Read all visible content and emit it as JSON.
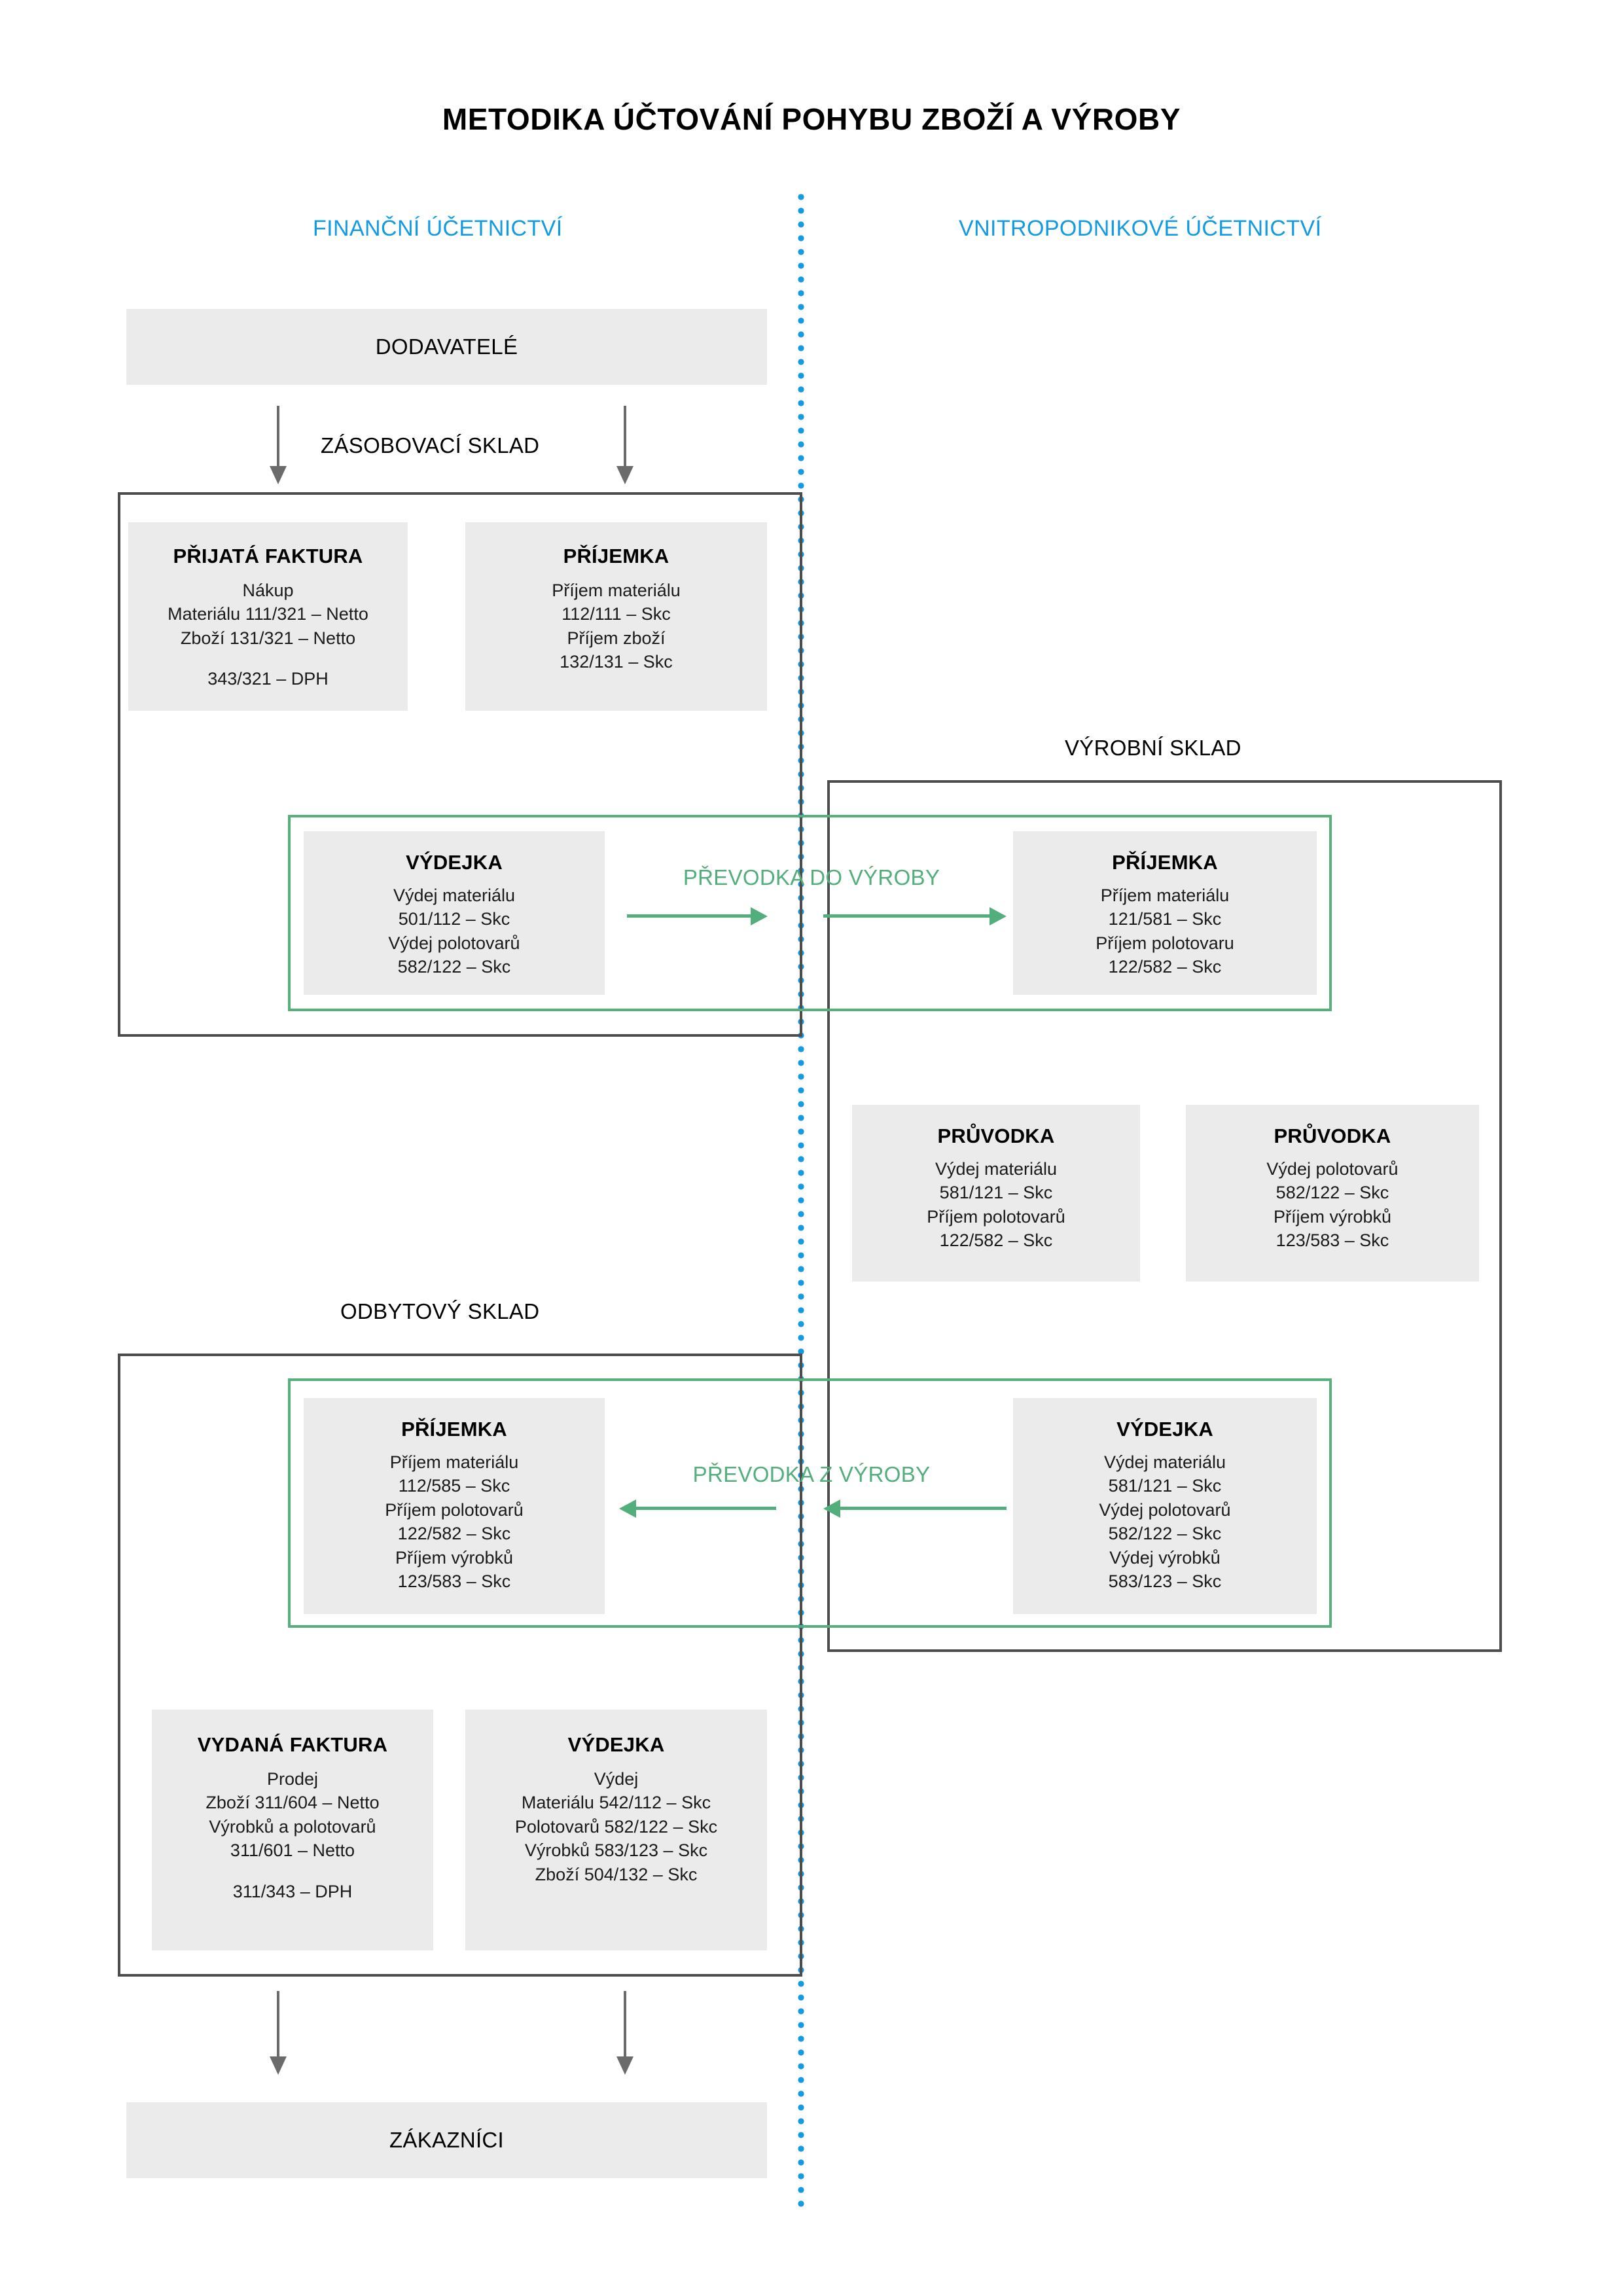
{
  "title": "METODIKA ÚČTOVÁNÍ POHYBU ZBOŽÍ A VÝROBY",
  "colors": {
    "accent_blue": "#129BE3",
    "accent_green": "#52AE7B",
    "card_gray": "#EBEBEB",
    "frame_gray": "#4D4D4D",
    "arrow_gray": "#6B6B6B"
  },
  "columns": {
    "left_title": "FINANČNÍ ÚČETNICTVÍ",
    "right_title": "VNITROPODNIKOVÉ ÚČETNICTVÍ"
  },
  "labels": {
    "zasobovaci_sklad": "ZÁSOBOVACÍ SKLAD",
    "vyrobni_sklad": "VÝROBNÍ SKLAD",
    "odbytovy_sklad": "ODBYTOVÝ SKLAD",
    "prevodka_do_vyroby": "PŘEVODKA  DO VÝROBY",
    "prevodka_z_vyroby": "PŘEVODKA  Z VÝROBY"
  },
  "banners": {
    "suppliers": "DODAVATELÉ",
    "customers": "ZÁKAZNÍCI"
  },
  "cards": {
    "prijata_faktura": {
      "title": "PŘIJATÁ FAKTURA",
      "lines": [
        "Nákup",
        "Materiálu 111/321 – Netto",
        "Zboží 131/321 – Netto"
      ],
      "lines2": [
        "343/321 – DPH"
      ]
    },
    "prijemka_zasob": {
      "title": "PŘÍJEMKA",
      "lines": [
        "Příjem materiálu",
        "112/111 – Skc",
        "Příjem zboží",
        "132/131 – Skc"
      ],
      "lines2": []
    },
    "vydejka_do_vyroby": {
      "title": "VÝDEJKA",
      "lines": [
        "Výdej materiálu",
        "501/112 – Skc",
        "Výdej polotovarů",
        "582/122 – Skc"
      ],
      "lines2": []
    },
    "prijemka_do_vyroby": {
      "title": "PŘÍJEMKA",
      "lines": [
        "Příjem materiálu",
        "121/581 – Skc",
        "Příjem polotovaru",
        "122/582 – Skc"
      ],
      "lines2": []
    },
    "pruvodka_1": {
      "title": "PRŮVODKA",
      "lines": [
        "Výdej materiálu",
        "581/121 – Skc",
        "Příjem polotovarů",
        "122/582 – Skc"
      ],
      "lines2": []
    },
    "pruvodka_2": {
      "title": "PRŮVODKA",
      "lines": [
        "Výdej polotovarů",
        "582/122 – Skc",
        "Příjem výrobků",
        "123/583 – Skc"
      ],
      "lines2": []
    },
    "prijemka_z_vyroby": {
      "title": "PŘÍJEMKA",
      "lines": [
        "Příjem materiálu",
        "112/585 – Skc",
        "Příjem polotovarů",
        "122/582 – Skc",
        "Příjem výrobků",
        "123/583 – Skc"
      ],
      "lines2": []
    },
    "vydejka_z_vyroby": {
      "title": "VÝDEJKA",
      "lines": [
        "Výdej materiálu",
        "581/121 – Skc",
        "Výdej polotovarů",
        "582/122 – Skc",
        "Výdej výrobků",
        "583/123 – Skc"
      ],
      "lines2": []
    },
    "vydana_faktura": {
      "title": "VYDANÁ FAKTURA",
      "lines": [
        "Prodej",
        "Zboží 311/604 – Netto",
        "Výrobků a polotovarů",
        "311/601 – Netto"
      ],
      "lines2": [
        "311/343 – DPH"
      ]
    },
    "vydejka_odbyt": {
      "title": "VÝDEJKA",
      "lines": [
        "Výdej",
        "Materiálu 542/112 – Skc",
        "Polotovarů 582/122 – Skc",
        "Výrobků 583/123 – Skc",
        "Zboží 504/132 – Skc"
      ],
      "lines2": []
    }
  }
}
